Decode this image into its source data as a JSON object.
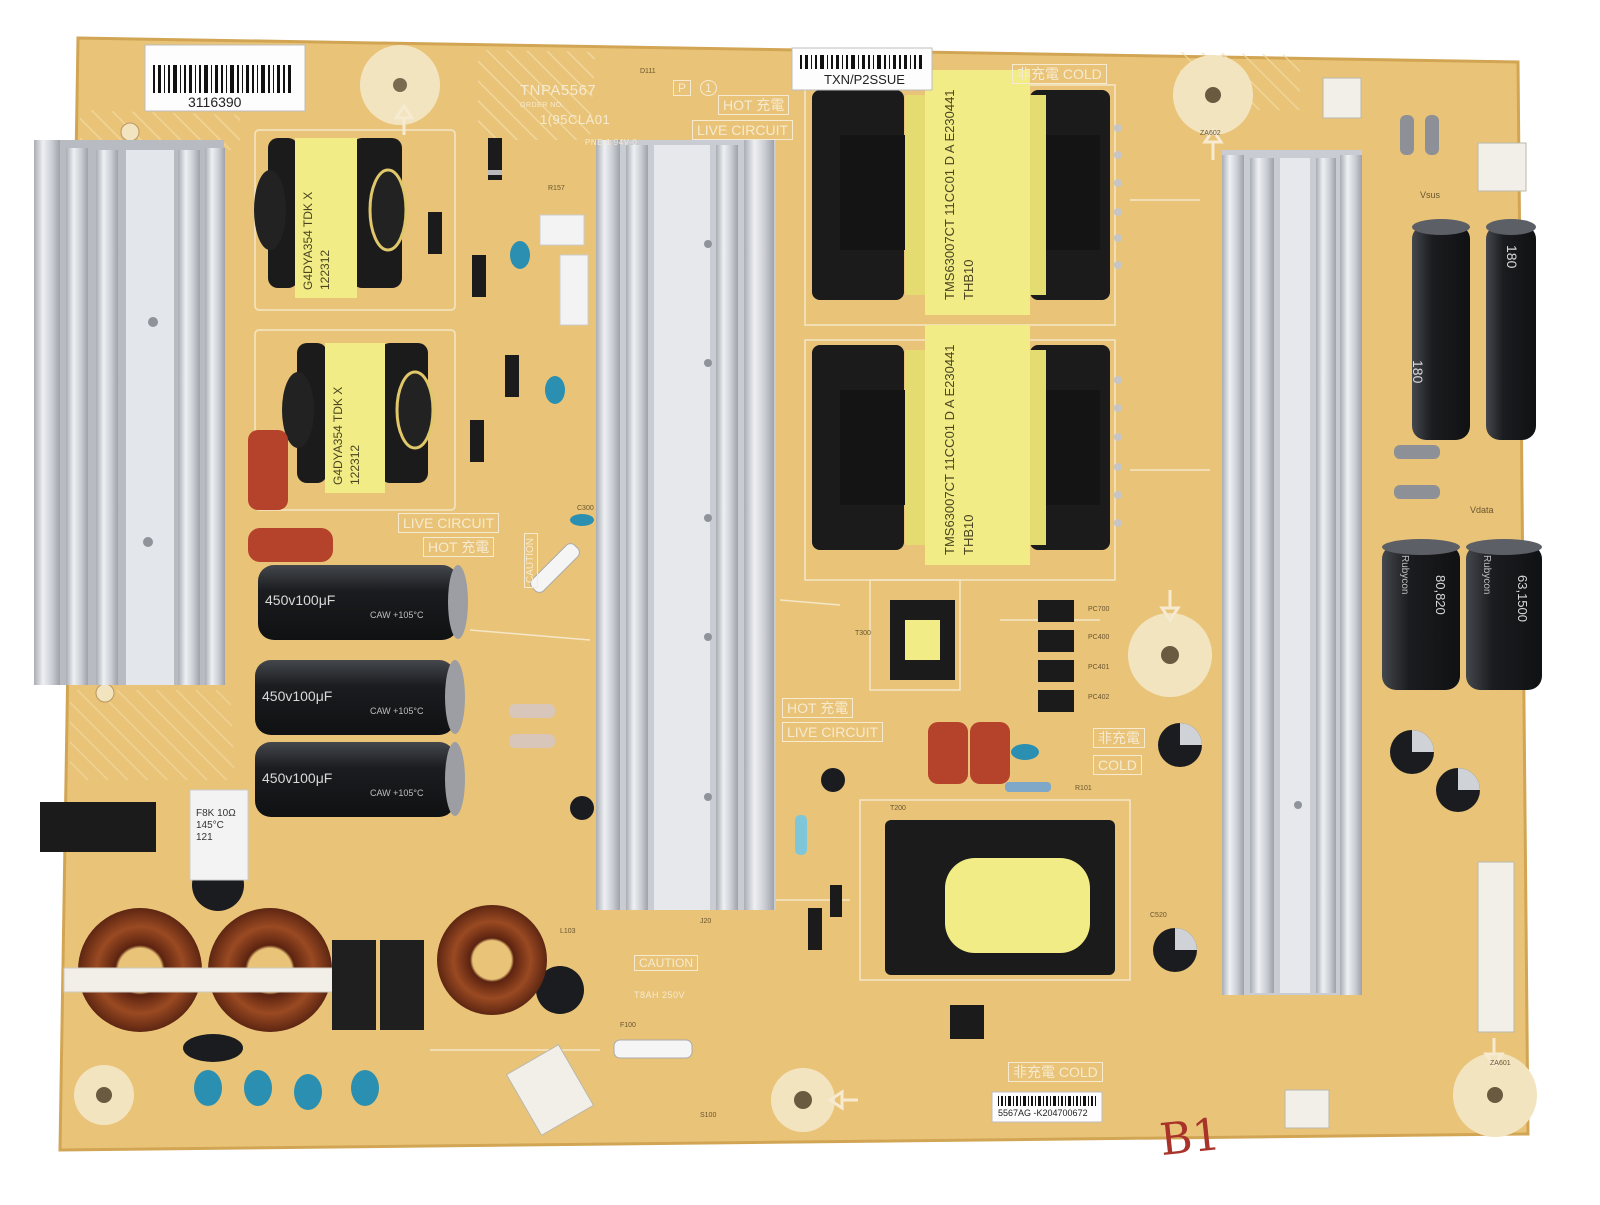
{
  "photo": {
    "subject": "",
    "colors": {
      "background": "#ffffff",
      "pcb": "#e9c478",
      "pcb_dark": "#d9ad5a",
      "silkscreen": "#f6ead0",
      "heatsink": "#d8dbe0",
      "transformer_core": "#1b1b1b",
      "transformer_tape": "#f2ec86",
      "capacitor": "#1d1f22",
      "toroid_copper": "#8a3a1c",
      "film_cap_red": "#b5432b",
      "ceramic_blue": "#2a8fb0"
    }
  },
  "labels": {
    "barcode_number": "3116390",
    "board_model": "TNPA5567",
    "board_rev": "P",
    "board_rev2": "1",
    "order_no": "ORDER NO.",
    "version": "1(95CLA01",
    "rating": "PNE-1 94V-0",
    "top_sticker": "TXN/P2SSUE",
    "hot_top": "HOT 充電",
    "live_top": "LIVE CIRCUIT",
    "cold_top": "非充電 COLD",
    "live_left": "LIVE CIRCUIT",
    "hot_left": "HOT 充電",
    "caution_left": "CAUTION",
    "hot_mid": "HOT 充電",
    "live_mid": "LIVE CIRCUIT",
    "cold_mid": "非充電",
    "cold_mid2": "COLD",
    "caution_bottom": "CAUTION",
    "fuse_rating": "T8AH 250V",
    "cold_bottom": "非充電 COLD",
    "bottom_sticker": "5567AG -K204700672",
    "handwriting": "B1"
  },
  "components": {
    "transformer_top_1": "TMS63007CT 11CC01 D A E230441 THB10",
    "transformer_top_2": "TMS63007CT 11CC01 D A E230441 THB10",
    "small_transformer_1": "G4DYA354 TDK X 122312",
    "small_transformer_2": "G4DYA354 TDK X 122312",
    "cap_big": "450v100μF",
    "cap_big_temp": "CAW +105°C",
    "cap_right_1": "180",
    "cap_right_2": "80,820",
    "cap_right_3": "63,1500",
    "cap_right_brand": "Rubycon",
    "resistor_tag": "F8K 10Ω 145°C 121"
  }
}
